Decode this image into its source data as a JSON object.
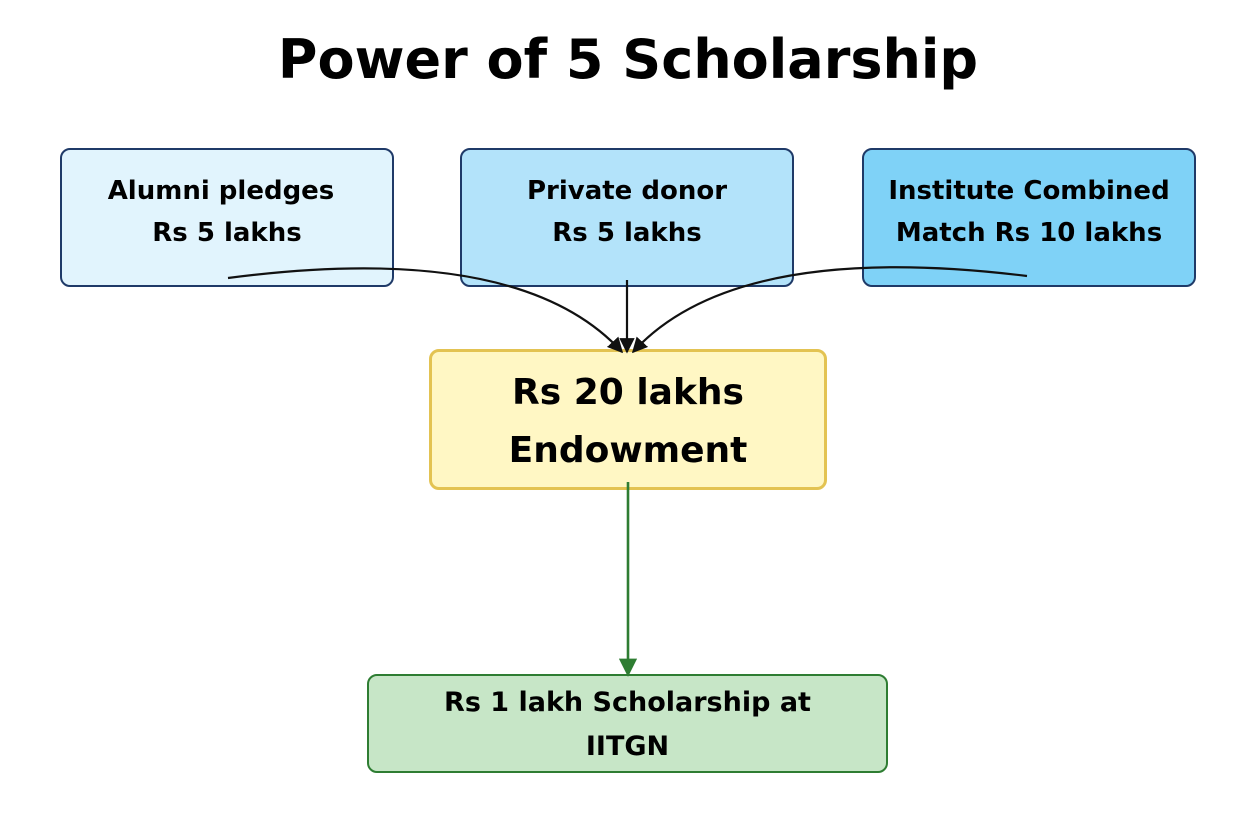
{
  "title": "Power of 5 Scholarship",
  "nodes": {
    "alumni": {
      "line1": "Alumni pledges",
      "line2": "Rs 5 lakhs"
    },
    "donor": {
      "line1": "Private donor",
      "line2": "Rs 5 lakhs"
    },
    "institute": {
      "line1": "Institute Combined",
      "line2": "Match Rs 10 lakhs"
    },
    "endowment": {
      "line1": "Rs 20 lakhs",
      "line2": "Endowment"
    },
    "scholarship": {
      "line1": "Rs 1 lakh Scholarship at",
      "line2": "IITGN"
    }
  },
  "colors": {
    "alumni_fill": "#e1f4fd",
    "donor_fill": "#b3e3fa",
    "institute_fill": "#7fd2f7",
    "top_border": "#1f3a68",
    "endowment_fill": "#fff7c4",
    "endowment_border": "#e3c352",
    "scholarship_fill": "#c7e6c7",
    "scholarship_border": "#2e7d32",
    "arrow_dark": "#111111",
    "arrow_green": "#2e7d32"
  }
}
